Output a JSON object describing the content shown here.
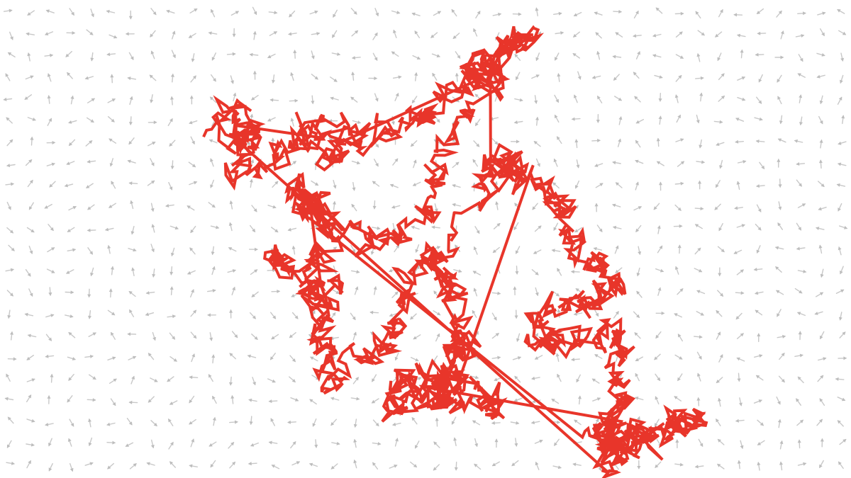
{
  "scene": {
    "background": "#ffffff",
    "field": {
      "arrow_color": "#bdbdbd",
      "arrow_count_columns": 42,
      "arrow_count_rows": 22,
      "seed": 7
    },
    "walk": {
      "color": "#e8352a",
      "start_point_label": "",
      "seed": 1337
    }
  }
}
